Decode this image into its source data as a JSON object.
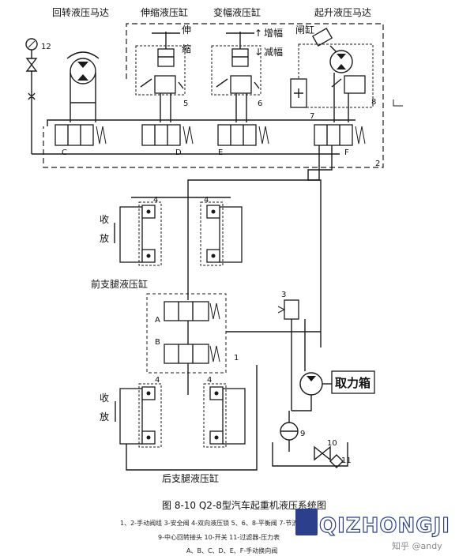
{
  "top_labels": {
    "slew_motor": "回转液压马达",
    "telescopic_cyl": "伸缩液压缸",
    "luffing_cyl": "变幅液压缸",
    "hoist_motor": "起升液压马达"
  },
  "actions": {
    "extend": "伸",
    "retract": "缩",
    "luff_up": "增幅",
    "luff_down": "减幅",
    "brake_cyl": "闸缸",
    "retract_leg": "收",
    "extend_leg": "放"
  },
  "numbers": {
    "n12": "12",
    "n5": "5",
    "n6": "6",
    "n7": "7",
    "n8": "8",
    "n2": "2",
    "n4a": "4",
    "n4b": "4",
    "n4c": "4",
    "n4d": "4",
    "n3": "3",
    "n1": "1",
    "n9": "9",
    "n10": "10",
    "n11": "11"
  },
  "valve_letters": {
    "a": "A",
    "b": "B",
    "c": "C",
    "d": "D",
    "e": "E",
    "f": "F"
  },
  "legs": {
    "front": "前支腿液压缸",
    "rear": "后支腿液压缸"
  },
  "pto": "取力箱",
  "caption": {
    "title": "图  8-10   Q2-8型汽车起重机液压系统图",
    "line1": "1、2-手动阀组  3-安全阀  4-双向液压锁  5、6、8-平衡阀  7-节流阀",
    "line2": "9-中心回转接头  10-开关  11-过滤器-压力表",
    "line3": "A、B、C、D、E、F-手动换向阀"
  },
  "watermark": {
    "brand": "QIZHONGJI",
    "credit": "知乎 @andy"
  }
}
